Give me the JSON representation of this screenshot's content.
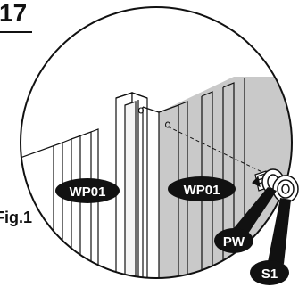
{
  "step": {
    "number": "17"
  },
  "figure": {
    "label": "Fig.1"
  },
  "callouts": {
    "panel_left": "WP01",
    "panel_right": "WP01",
    "washer": "PW",
    "screw": "S1"
  },
  "icons": {
    "magnifier": "circular-detail-view",
    "screw": "screw-icon",
    "washer": "washer-icon"
  },
  "colors": {
    "ink": "#111111",
    "panel_shade": "#c9c9c9",
    "paper": "#ffffff"
  }
}
